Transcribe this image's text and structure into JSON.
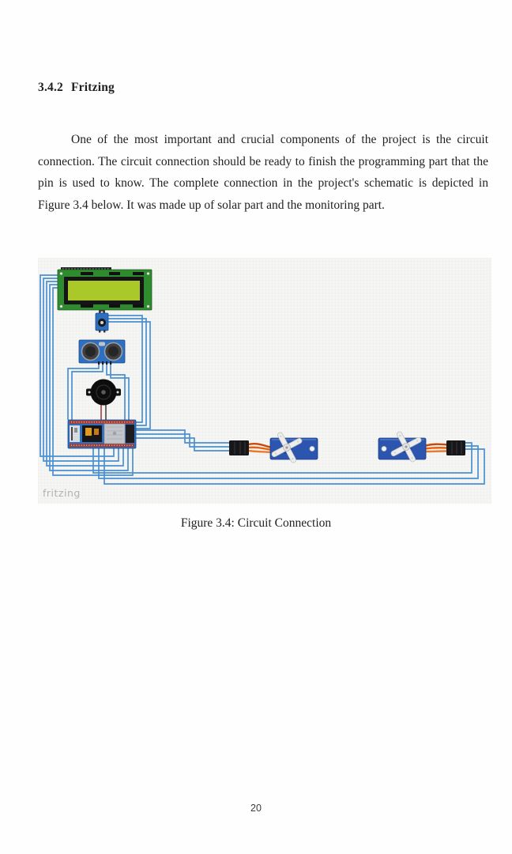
{
  "document": {
    "section_number": "3.4.2",
    "section_title": "Fritzing",
    "paragraph": "One of the most important and crucial components of the project is the circuit connection. The circuit connection should be ready to finish the programming part that the pin is used to know. The complete connection in the project's schematic is depicted in Figure 3.4 below. It was made up of solar part and the monitoring part.",
    "page_number": "20"
  },
  "figure": {
    "caption": "Figure 3.4: Circuit Connection",
    "watermark": "fritzing",
    "components": [
      "lcd-16x2-display",
      "potentiometer",
      "ultrasonic-sensor",
      "piezo-buzzer",
      "esp32-dev-board",
      "micro-servo-left",
      "micro-servo-right",
      "servo-connector-left",
      "servo-connector-right"
    ],
    "colors": {
      "wire_blue": "#4a90d2",
      "board_blue": "#2d6fc1",
      "lcd_board_green": "#2e8b2e",
      "lcd_screen_green": "#abc829",
      "servo_blue": "#2b55ae",
      "cable_orange": "#e8600e",
      "connector_black": "#17171a",
      "diagram_bg": "#f5f5f4",
      "grid_line": "#e9e9e8"
    }
  }
}
